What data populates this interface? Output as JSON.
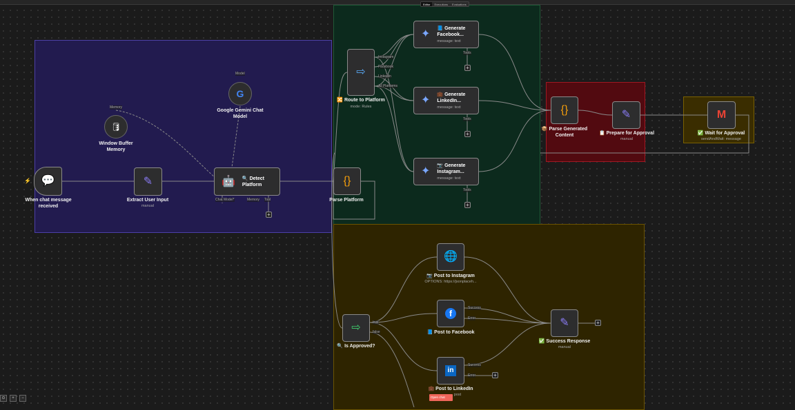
{
  "tabs": [
    "Editor",
    "Executions",
    "Evaluations"
  ],
  "nodes": {
    "trigger": {
      "title": "When chat message received"
    },
    "extract": {
      "title": "Extract User Input",
      "subtitle": "manual"
    },
    "memory": {
      "title": "Window Buffer Memory",
      "port": "Memory"
    },
    "gemini": {
      "title": "Google Gemini Chat Model",
      "port": "Model"
    },
    "detect": {
      "title": "🔍 Detect Platform",
      "ports": [
        "Chat Model*",
        "Memory",
        "Tool"
      ]
    },
    "parse_platform": {
      "title": "Parse Platform"
    },
    "route": {
      "title": "🔀 Route to Platform",
      "subtitle": "mode: Rules",
      "outputs": [
        "Instagram",
        "Facebook",
        "LinkedIn",
        "All Platforms"
      ]
    },
    "gen_fb": {
      "title": "📘 Generate Facebook...",
      "subtitle": "message: text",
      "port": "Tools"
    },
    "gen_li": {
      "title": "💼 Generate LinkedIn...",
      "subtitle": "message: text",
      "port": "Tools"
    },
    "gen_ig": {
      "title": "📷 Generate Instagram...",
      "subtitle": "message: text",
      "port": "Tools"
    },
    "parse_generated": {
      "title": "📦 Parse Generated Content"
    },
    "prepare": {
      "title": "📋 Prepare for Approval",
      "subtitle": "manual"
    },
    "wait": {
      "title": "✅ Wait for Approval",
      "subtitle": "sendAndWait: message"
    },
    "approved": {
      "title": "🔍 Is Approved?",
      "outputs": [
        "true",
        "false"
      ]
    },
    "post_ig": {
      "title": "📷 Post to Instagram",
      "subtitle": "OPTIONS: https://jsonplaceh..."
    },
    "post_fb": {
      "title": "📘 Post to Facebook",
      "outputs": [
        "Success",
        "Error"
      ]
    },
    "post_li": {
      "title": "💼 Post to LinkedIn",
      "subtitle": "post",
      "outputs": [
        "Success",
        "Error"
      ],
      "badge": "Open chat"
    },
    "success": {
      "title": "✅ Success Response",
      "subtitle": "manual"
    }
  },
  "colors": {
    "purple": "#221b4f",
    "green": "#0c2a1d",
    "red": "#520a10",
    "yellow": "#2e2400"
  }
}
